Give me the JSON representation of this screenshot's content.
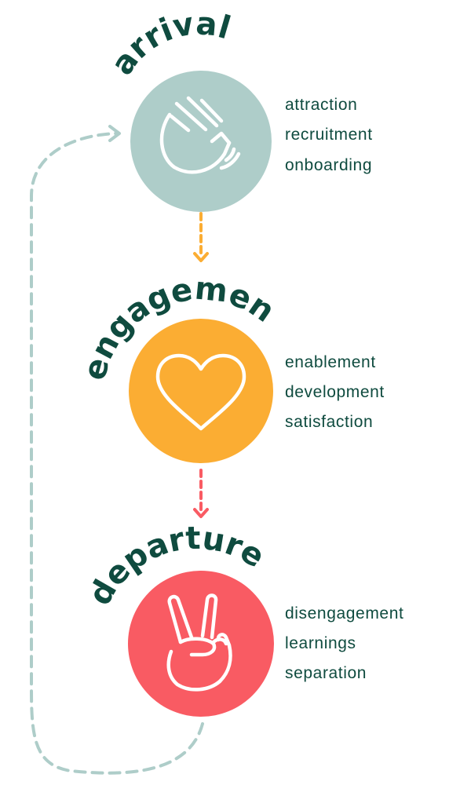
{
  "stages": [
    {
      "title": "arrival",
      "icon": "waving-hand-icon",
      "color": "#aecdc9",
      "items": [
        "attraction",
        "recruitment",
        "onboarding"
      ]
    },
    {
      "title": "engagement",
      "icon": "heart-icon",
      "color": "#fbad33",
      "items": [
        "enablement",
        "development",
        "satisfaction"
      ]
    },
    {
      "title": "departure",
      "icon": "peace-hand-icon",
      "color": "#f95b63",
      "items": [
        "disengagement",
        "learnings",
        "separation"
      ]
    }
  ],
  "colors": {
    "text": "#0f4b3f",
    "connector_arrival_engagement": "#fbad33",
    "connector_engagement_departure": "#f95b63",
    "loop_connector": "#aecdc9",
    "icon_stroke": "#ffffff"
  }
}
